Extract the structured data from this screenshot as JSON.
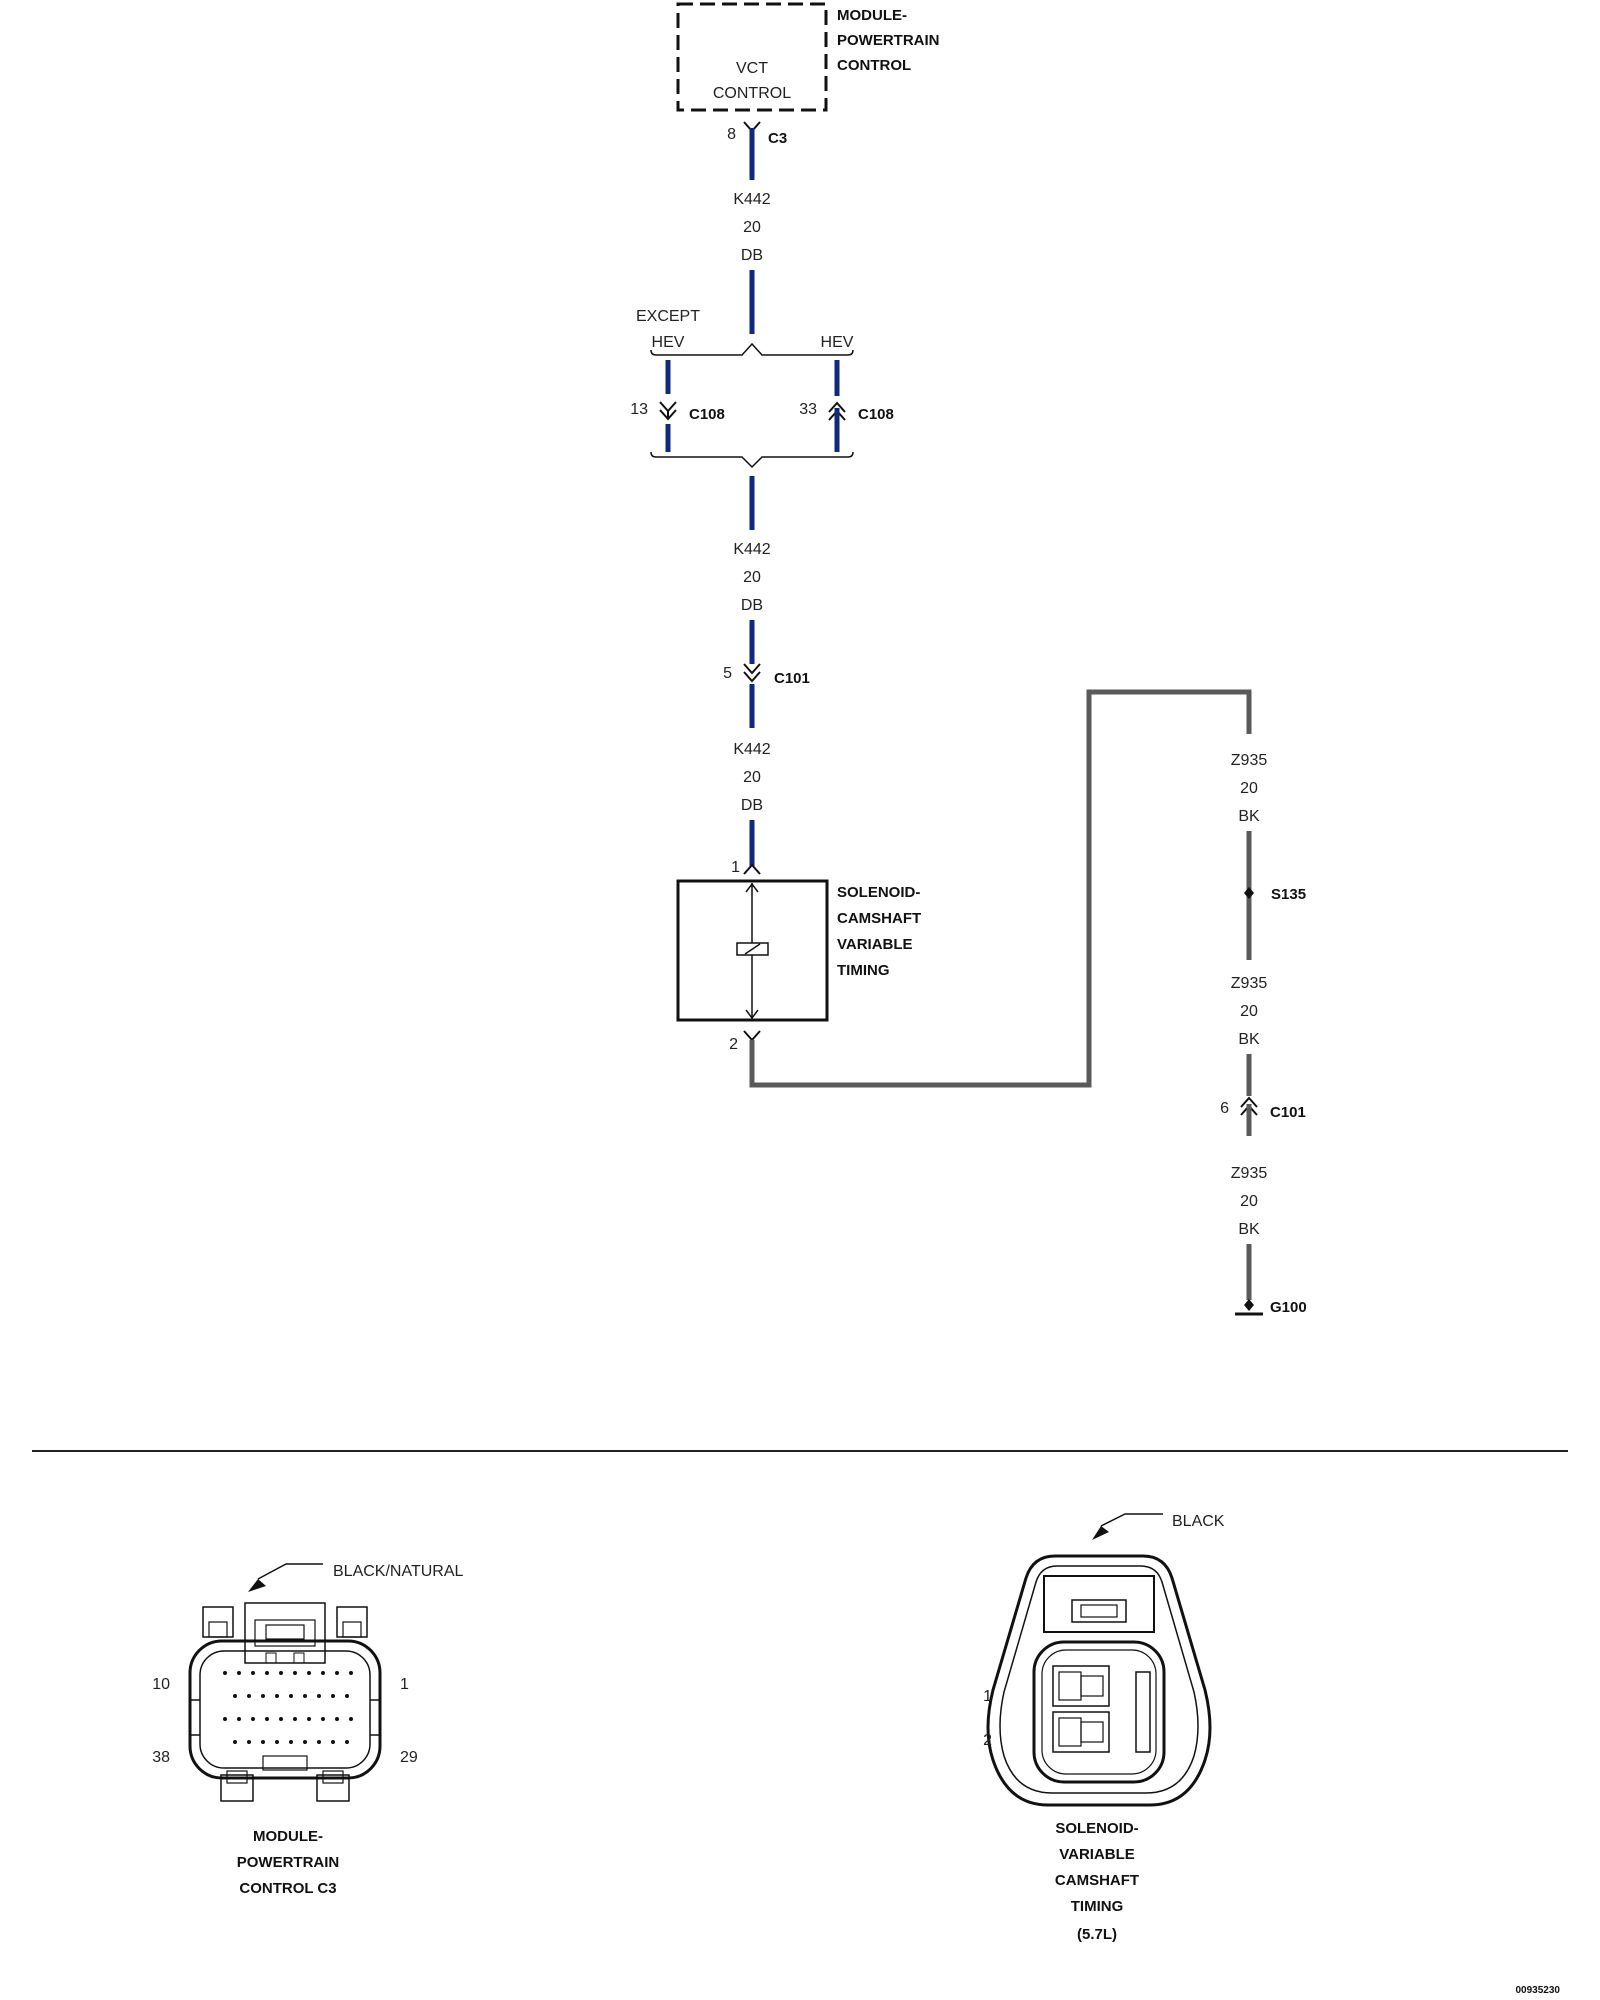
{
  "colors": {
    "wire_db": "#0f2a7a",
    "wire_bk": "#5a5a5a"
  },
  "pcm": {
    "title_lines": [
      "MODULE-",
      "POWERTRAIN",
      "CONTROL"
    ],
    "inner_lines": [
      "VCT",
      "CONTROL"
    ],
    "pin": "8",
    "connector": "C3"
  },
  "wire_k442": {
    "circuit": "K442",
    "gauge": "20",
    "color": "DB"
  },
  "branch": {
    "left_label_lines": [
      "EXCEPT",
      "HEV"
    ],
    "right_label": "HEV",
    "left_pin": "13",
    "left_connector": "C108",
    "right_pin": "33",
    "right_connector": "C108"
  },
  "c101_top": {
    "pin": "5",
    "connector": "C101"
  },
  "solenoid": {
    "title_lines": [
      "SOLENOID-",
      "CAMSHAFT",
      "VARIABLE",
      "TIMING"
    ],
    "pin_top": "1",
    "pin_bottom": "2"
  },
  "wire_z935": {
    "circuit": "Z935",
    "gauge": "20",
    "color": "BK"
  },
  "splice": {
    "label": "S135"
  },
  "c101_right": {
    "pin": "6",
    "connector": "C101"
  },
  "ground": {
    "label": "G100"
  },
  "connector_pcm": {
    "color_label": "BLACK/NATURAL",
    "pin_top_left": "10",
    "pin_top_right": "1",
    "pin_bottom_left": "38",
    "pin_bottom_right": "29",
    "title_lines": [
      "MODULE-",
      "POWERTRAIN",
      "CONTROL C3"
    ]
  },
  "connector_solenoid": {
    "color_label": "BLACK",
    "pin_1": "1",
    "pin_2": "2",
    "title_lines": [
      "SOLENOID-",
      "VARIABLE",
      "CAMSHAFT",
      "TIMING",
      "(5.7L)"
    ]
  },
  "figure_code": "00935230"
}
